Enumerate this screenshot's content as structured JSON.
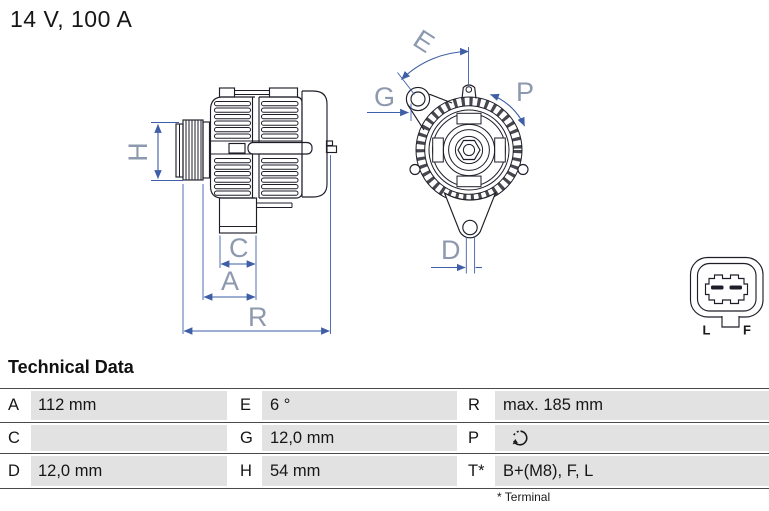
{
  "header": {
    "rating": "14 V, 100 A"
  },
  "diagram": {
    "labels": {
      "h": "H",
      "c": "C",
      "a": "A",
      "r": "R",
      "e": "E",
      "g": "G",
      "p": "P",
      "d": "D"
    },
    "connector": {
      "left": "L",
      "right": "F"
    },
    "colors": {
      "dimension": "#3e5ea7",
      "label": "#8d99ae",
      "line": "#1e1e28"
    }
  },
  "table": {
    "title": "Technical Data",
    "rows": [
      [
        {
          "key": "A",
          "value": "112 mm"
        },
        {
          "key": "E",
          "value": "6 °"
        },
        {
          "key": "R",
          "value": "max. 185 mm"
        }
      ],
      [
        {
          "key": "C",
          "value": ""
        },
        {
          "key": "G",
          "value": "12,0 mm"
        },
        {
          "key": "P",
          "value": ""
        }
      ],
      [
        {
          "key": "D",
          "value": "12,0 mm"
        },
        {
          "key": "H",
          "value": "54 mm"
        },
        {
          "key": "T*",
          "value": "B+(M8), F, L"
        }
      ]
    ],
    "footnote": "* Terminal"
  }
}
